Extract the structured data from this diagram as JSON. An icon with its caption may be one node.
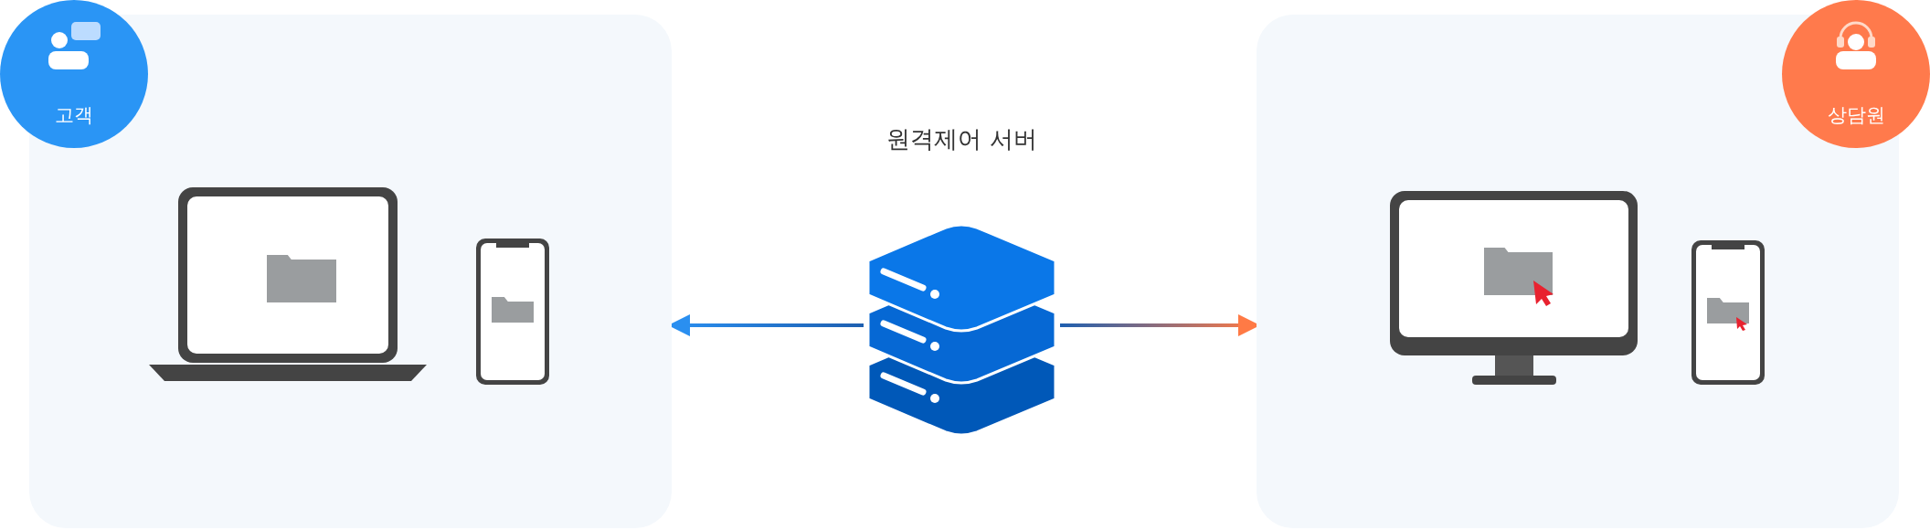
{
  "diagram": {
    "nodes": [
      {
        "text": [],
        "shape": "box"
      },
      {
        "text": [
          "고객"
        ]
      },
      {
        "text": [
          "원격제어 서버"
        ]
      },
      {
        "text": [],
        "shape": "box"
      },
      {
        "text": [
          "상담원"
        ]
      }
    ],
    "edges": [
      {
        "from": 2,
        "to": 0,
        "arrow": "to",
        "color": "#2a8ff0"
      },
      {
        "from": 2,
        "to": 3,
        "arrow": "to",
        "color": "#ff7a45"
      }
    ]
  }
}
